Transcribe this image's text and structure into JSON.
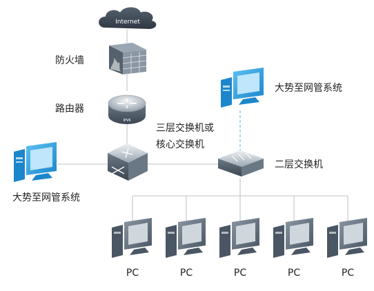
{
  "cloud": {
    "label": "Internet"
  },
  "labels": {
    "firewall": "防火墙",
    "router": "路由器",
    "core_switch_line1": "三层交换机或",
    "core_switch_line2": "核心交换机",
    "access_switch": "二层交换机",
    "nms_right": "大势至网管系统",
    "nms_left": "大势至网管系统"
  },
  "device_marks": {
    "router": "IPV6"
  },
  "pcs": [
    {
      "label": "PC"
    },
    {
      "label": "PC"
    },
    {
      "label": "PC"
    },
    {
      "label": "PC"
    },
    {
      "label": "PC"
    }
  ],
  "colors": {
    "line": "#c9cdd2",
    "dashed": "#7fc3e6",
    "text": "#222222",
    "cloud": "#3f4b57",
    "device": "#5b6977",
    "nms_blue": "#2b9ee0"
  }
}
